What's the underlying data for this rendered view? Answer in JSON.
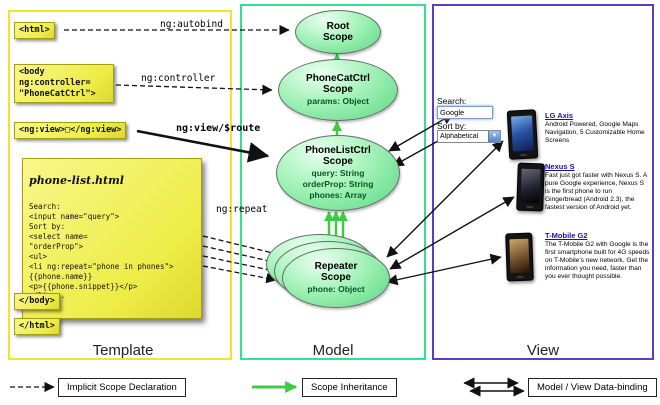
{
  "template_panel": {
    "label": "Template",
    "html_open": "<html>",
    "body_open": "<body\nng:controller=\n\"PhoneCatCtrl\">",
    "ng_view": "<ng:view>□</ng:view>",
    "note": {
      "title": "phone-list.html",
      "code": "Search:\n<input name=\"query\">\nSort by:\n<select name=\n\"orderProp\">\n<ul>\n<li ng:repeat=\"phone in phones\">\n{{phone.name}}\n<p>{{phone.snippet}}</p>\n</li>..."
    },
    "body_close": "</body>",
    "html_close": "</html>"
  },
  "model_panel": {
    "label": "Model",
    "scopes": {
      "root": {
        "title": "Root\nScope"
      },
      "phonecat": {
        "title": "PhoneCatCtrl\nScope",
        "prop0": "params: Object"
      },
      "phonelist": {
        "title": "PhoneListCtrl\nScope",
        "prop0": "query: String",
        "prop1": "orderProp: String",
        "prop2": "phones: Array"
      },
      "repeater": {
        "title": "Repeater\nScope",
        "prop0": "phone: Object"
      }
    }
  },
  "view_panel": {
    "label": "View",
    "search_label": "Search:",
    "search_value": "Google",
    "sort_label": "Sort by:",
    "sort_value": "Alphabetical",
    "phones": [
      {
        "name": "LG Axis",
        "desc": "Android Powered, Google Maps Navigation, 5 Customizable Home Screens"
      },
      {
        "name": "Nexus S",
        "desc": "Fast just got faster with Nexus S. A pure Google experience, Nexus S is the first phone to run Gingerbread (Android 2.3), the fastest version of Android yet."
      },
      {
        "name": "T-Mobile G2",
        "desc": "The T-Mobile G2 with Google is the first smartphone built for 4G speeds on T-Mobile's new network. Get the information you need, faster than you ever thought possible."
      }
    ]
  },
  "arrow_labels": {
    "autobind": "ng:autobind",
    "controller": "ng:controller",
    "view_route": "ng:view/$route",
    "repeat": "ng:repeat"
  },
  "legend": {
    "implicit": "Implicit Scope Declaration",
    "inheritance": "Scope Inheritance",
    "binding": "Model / View Data-binding"
  },
  "colors": {
    "template_border": "#efe52a",
    "model_border": "#35e08c",
    "view_border": "#5b3cc4",
    "scope_fill": "#8ceea6",
    "note_fill": "#eeec46",
    "inheritance_arrow": "#3ecb44",
    "link_blue": "#1a0dab"
  }
}
